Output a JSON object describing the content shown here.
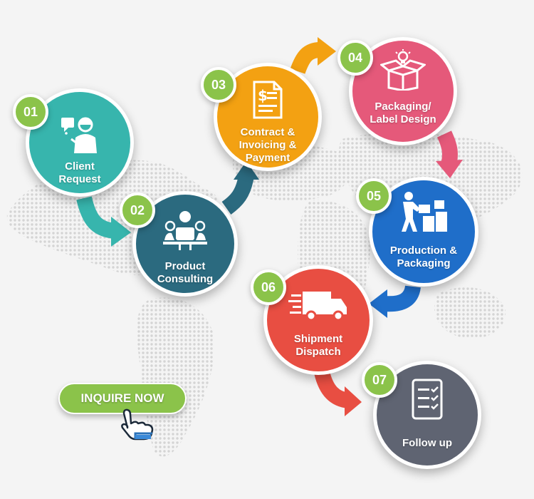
{
  "steps": [
    {
      "number": "01",
      "label_lines": [
        "Client",
        "Request"
      ],
      "color": "#37b5ad",
      "icon": "client-request-icon"
    },
    {
      "number": "02",
      "label_lines": [
        "Product",
        "Consulting"
      ],
      "color": "#2b6a7f",
      "icon": "meeting-icon"
    },
    {
      "number": "03",
      "label_lines": [
        "Contract &",
        "Invoicing &",
        "Payment"
      ],
      "color": "#f3a112",
      "icon": "invoice-icon"
    },
    {
      "number": "04",
      "label_lines": [
        "Packaging/",
        "Label Design"
      ],
      "color": "#e5597a",
      "icon": "box-lightbulb-icon"
    },
    {
      "number": "05",
      "label_lines": [
        "Production &",
        "Packaging"
      ],
      "color": "#1f6ec9",
      "icon": "worker-boxes-icon"
    },
    {
      "number": "06",
      "label_lines": [
        "Shipment",
        "Dispatch"
      ],
      "color": "#e84e42",
      "icon": "delivery-truck-icon"
    },
    {
      "number": "07",
      "label_lines": [
        "Follow up"
      ],
      "color": "#5f6472",
      "icon": "checklist-icon"
    }
  ],
  "badge_color": "#8bc34a",
  "cta": {
    "label": "INQUIRE NOW",
    "color": "#8bc34a",
    "icon": "pointer-hand-icon"
  }
}
